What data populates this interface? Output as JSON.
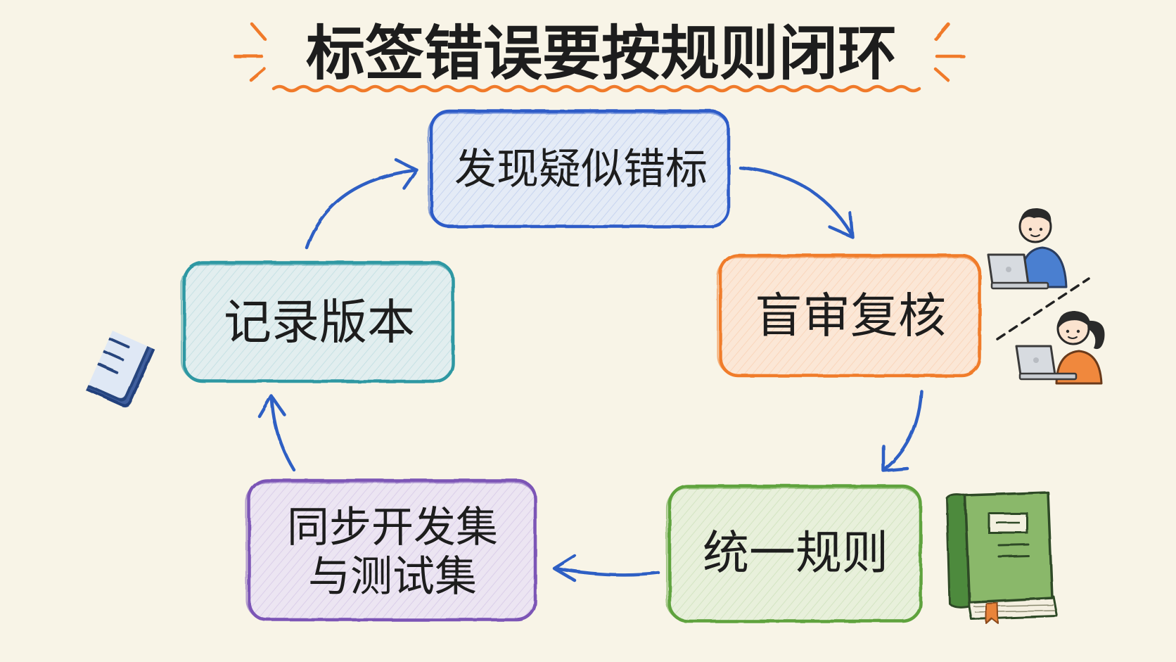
{
  "title": "标签错误要按规则闭环",
  "colors": {
    "background": "#f8f4e7",
    "accent": "#f07a2a",
    "arrow": "#2f5fc4",
    "text": "#1d1d1d"
  },
  "steps": [
    {
      "label": "发现疑似错标",
      "color": "#2d5bc8",
      "fill": "#e4ebf6"
    },
    {
      "label": "盲审复核",
      "color": "#f07b2c",
      "fill": "#fbe7d6"
    },
    {
      "label": "统一规则",
      "color": "#5ea33d",
      "fill": "#e8f0db"
    },
    {
      "lines": [
        "同步开发集",
        "与测试集"
      ],
      "color": "#7b55b6",
      "fill": "#ece5f2"
    },
    {
      "label": "记录版本",
      "color": "#2e98a3",
      "fill": "#e2eeef"
    }
  ],
  "icons": {
    "tag": "tag-icon",
    "reviewers": "blind-reviewers-icon",
    "rulebook": "rulebook-icon"
  }
}
